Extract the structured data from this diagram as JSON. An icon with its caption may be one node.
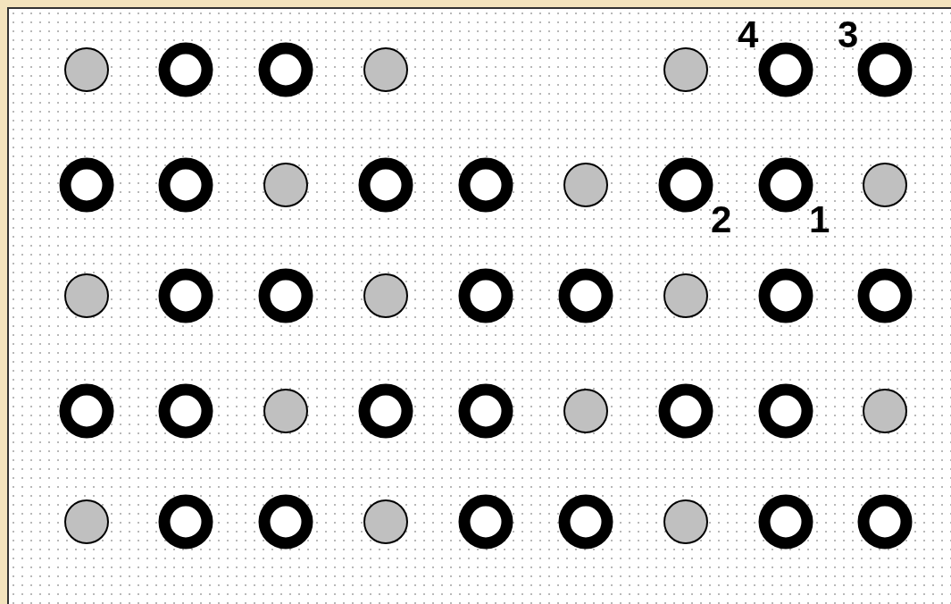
{
  "diagram": {
    "labels": [
      "4",
      "3",
      "2",
      "1"
    ]
  }
}
